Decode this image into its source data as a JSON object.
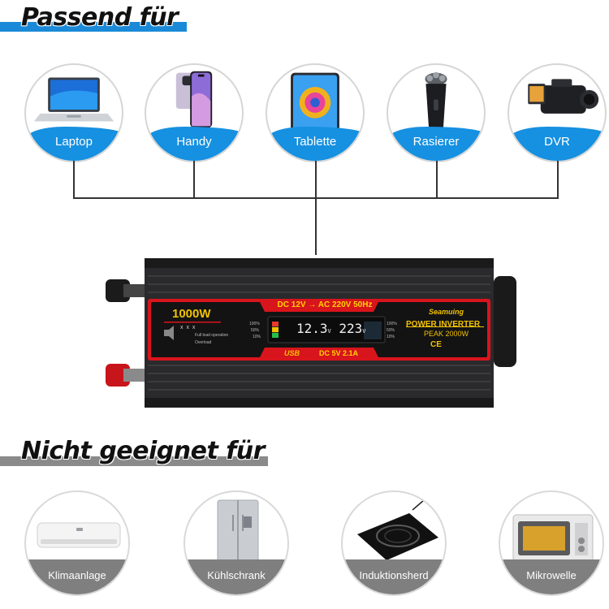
{
  "headers": {
    "suitable": "Passend für",
    "not_suitable": "Nicht geeignet für"
  },
  "suitable_devices": [
    {
      "label": "Laptop",
      "icon": "laptop-icon"
    },
    {
      "label": "Handy",
      "icon": "smartphone-icon"
    },
    {
      "label": "Tablette",
      "icon": "tablet-icon"
    },
    {
      "label": "Rasierer",
      "icon": "shaver-icon"
    },
    {
      "label": "DVR",
      "icon": "camcorder-icon"
    }
  ],
  "unsuitable_devices": [
    {
      "label": "Klimaanlage",
      "icon": "air-conditioner-icon"
    },
    {
      "label": "Kühlschrank",
      "icon": "refrigerator-icon"
    },
    {
      "label": "Induktionsherd",
      "icon": "induction-cooker-icon"
    },
    {
      "label": "Mikrowelle",
      "icon": "microwave-icon"
    }
  ],
  "inverter": {
    "power": "1000W",
    "io_text": "DC  12V → AC  220V  50Hz",
    "brand": "Seamuing",
    "product": "POWER INVERTER",
    "peak": "PEAK 2000W",
    "display_input": "12.3",
    "display_input_unit": "V",
    "display_output": "223",
    "display_output_unit": "V",
    "usb_label": "USB",
    "usb_spec": "DC  5V  2.1A",
    "indicator_x": "x x x",
    "full_load": "Full load operation",
    "overload": "Overload",
    "pct_100": "100%",
    "pct_50": "50%",
    "pct_10": "10%",
    "cert": "CE"
  },
  "colors": {
    "accent_blue": "#1690e0",
    "header_blue": "#1a8ad8",
    "gray_label": "#7f7f7f",
    "inverter_red": "#d8141c",
    "display_gold": "#f2c200"
  }
}
